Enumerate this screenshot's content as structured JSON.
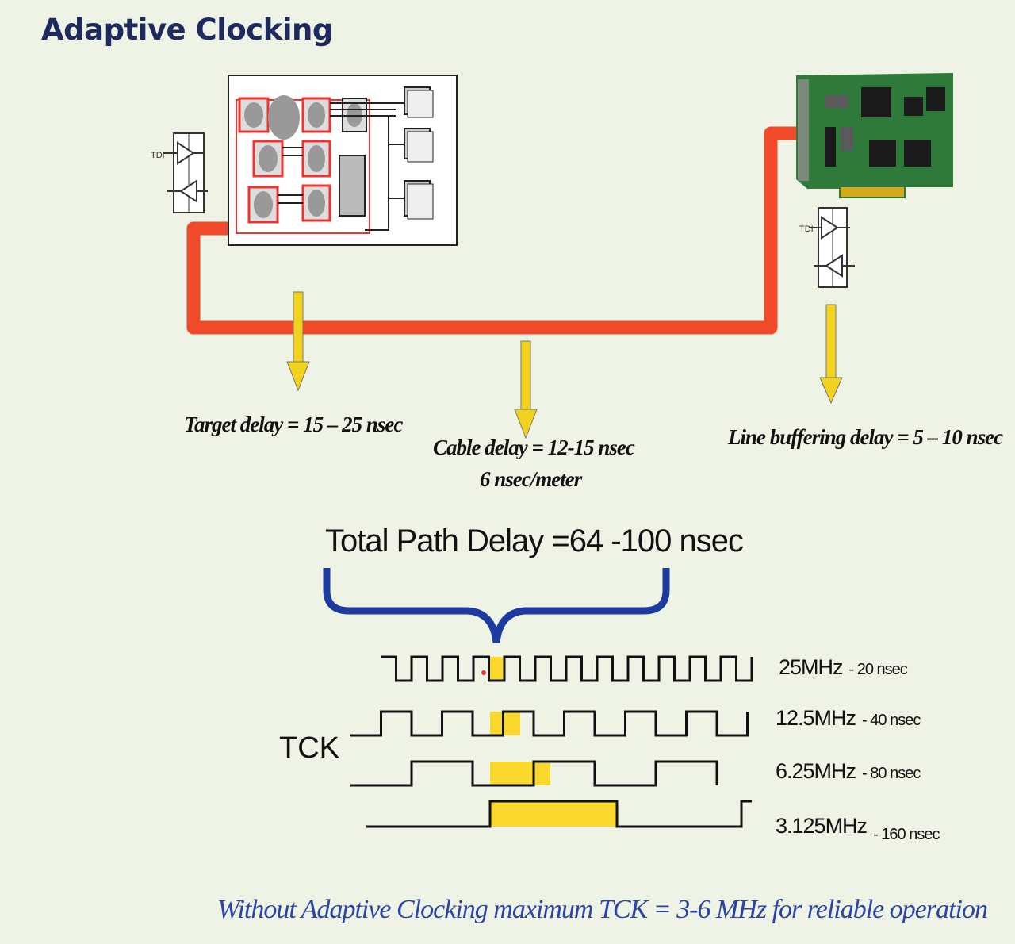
{
  "title": "Adaptive Clocking",
  "labels": {
    "target_delay": "Target delay = 15 – 25 nsec",
    "cable_delay": "Cable delay = 12-15 nsec",
    "cable_per_meter": "6 nsec/meter",
    "line_buffering_delay": "Line buffering delay = 5 – 10 nsec",
    "total_path_delay": "Total Path Delay =64 -100 nsec",
    "tck": "TCK",
    "buffer_tdi_left": "TDI",
    "buffer_tdi_right": "TDI"
  },
  "clocks": [
    {
      "freq": "25MHz",
      "period": "- 20 nsec"
    },
    {
      "freq": "12.5MHz",
      "period": "- 40 nsec"
    },
    {
      "freq": "6.25MHz",
      "period": "- 80 nsec"
    },
    {
      "freq": "3.125MHz",
      "period": "- 160 nsec"
    }
  ],
  "footer": "Without Adaptive Clocking maximum TCK = 3-6 MHz for reliable operation",
  "colors": {
    "background": "#eef3e5",
    "cable": "#f04a2a",
    "arrow": "#f2d21c",
    "highlight": "#fbd92c",
    "brace": "#1c3aa0",
    "title": "#1e2a5e",
    "footer": "#2a43a8",
    "pcb": "#2f7a3a"
  }
}
